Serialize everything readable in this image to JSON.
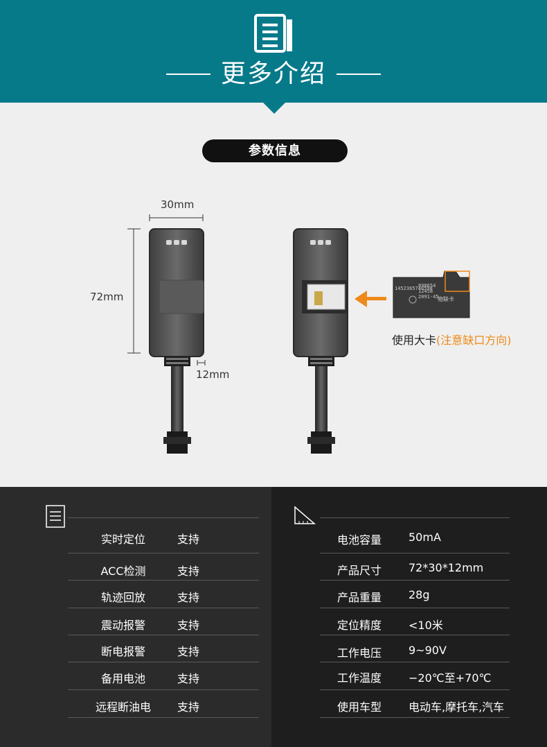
{
  "header": {
    "title": "更多介绍",
    "icon": "document-icon"
  },
  "section_pill": "参数信息",
  "dimensions": {
    "width": "30mm",
    "height": "72mm",
    "depth": "12mm"
  },
  "sim_card": {
    "text_lines": [
      "物联卡",
      "898654",
      "12458",
      "2091-45",
      "1452365748598"
    ]
  },
  "note": {
    "prefix": "使用大卡",
    "highlight": "(注意缺口方向)"
  },
  "features_left": [
    {
      "label": "实时定位",
      "value": "支持"
    },
    {
      "label": "ACC检测",
      "value": "支持"
    },
    {
      "label": "轨迹回放",
      "value": "支持"
    },
    {
      "label": "震动报警",
      "value": "支持"
    },
    {
      "label": "断电报警",
      "value": "支持"
    },
    {
      "label": "备用电池",
      "value": "支持"
    },
    {
      "label": "远程断油电",
      "value": "支持"
    }
  ],
  "specs_right": [
    {
      "label": "电池容量",
      "value": "50mA"
    },
    {
      "label": "产品尺寸",
      "value": "72*30*12mm"
    },
    {
      "label": "产品重量",
      "value": "28g"
    },
    {
      "label": "定位精度",
      "value": "<10米"
    },
    {
      "label": "工作电压",
      "value": "9~90V"
    },
    {
      "label": "工作温度",
      "value": "−20℃至+70℃"
    },
    {
      "label": "使用车型",
      "value": "电动车,摩托车,汽车"
    }
  ],
  "colors": {
    "header_bg": "#077a8a",
    "accent_orange": "#ee8a1a",
    "dark_panel": "#2b2b2b"
  }
}
